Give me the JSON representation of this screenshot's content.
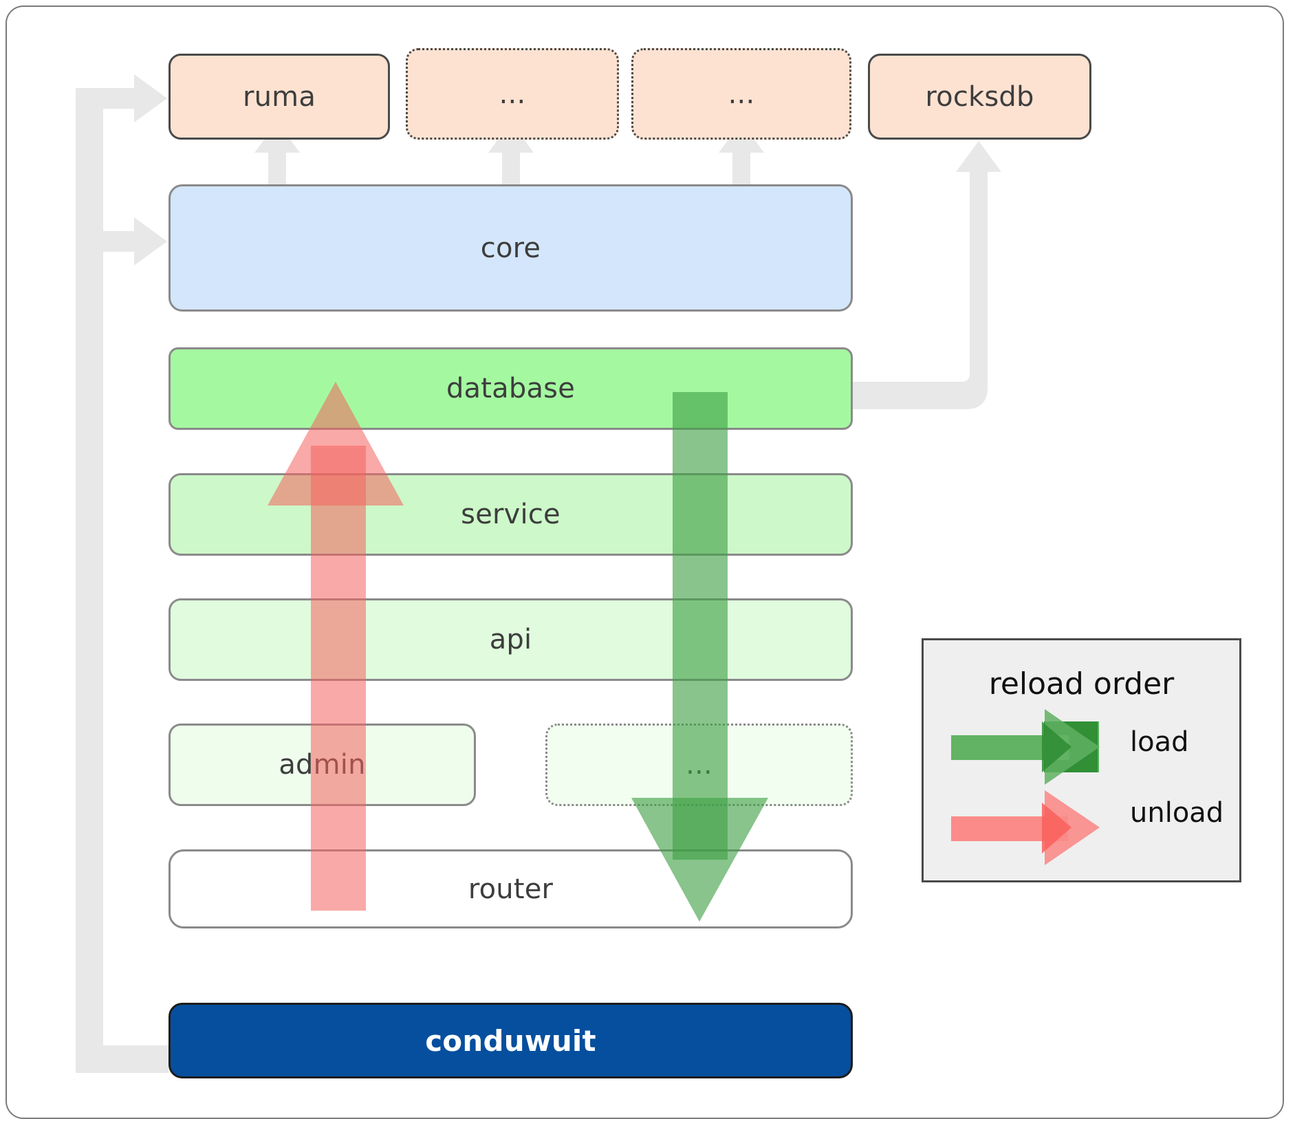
{
  "diagram": {
    "title": "conduwuit crate dependency / reload order diagram",
    "colors": {
      "dependency_fill": "#fde2d1",
      "core_fill": "#d4e6fb",
      "database_fill": "#a4f9a0",
      "service_fill": "#cdf8c9",
      "api_fill": "#e0fbdd",
      "admin_fill": "#eefdec",
      "router_fill": "#ffffff",
      "root_fill": "#064f9e",
      "load_arrow": "#4caf50",
      "unload_arrow": "#f76c6c",
      "connector_gray": "#e8e8e8",
      "legend_bg": "#efefef"
    }
  },
  "dependencies": [
    {
      "label": "ruma",
      "style": "solid",
      "name": "node-ruma"
    },
    {
      "label": "...",
      "style": "dotted",
      "name": "node-dep-ellipsis-1"
    },
    {
      "label": "...",
      "style": "dotted",
      "name": "node-dep-ellipsis-2"
    },
    {
      "label": "rocksdb",
      "style": "solid",
      "name": "node-rocksdb"
    }
  ],
  "layers": [
    {
      "label": "core",
      "name": "node-core"
    },
    {
      "label": "database",
      "name": "node-database"
    },
    {
      "label": "service",
      "name": "node-service"
    },
    {
      "label": "api",
      "name": "node-api"
    },
    {
      "label": "admin",
      "name": "node-admin"
    },
    {
      "label": "...",
      "name": "node-layer-ellipsis"
    },
    {
      "label": "router",
      "name": "node-router"
    }
  ],
  "root": {
    "label": "conduwuit"
  },
  "legend": {
    "title": "reload order",
    "items": [
      {
        "label": "load",
        "color": "#4caf50"
      },
      {
        "label": "unload",
        "color": "#f76c6c"
      }
    ]
  }
}
